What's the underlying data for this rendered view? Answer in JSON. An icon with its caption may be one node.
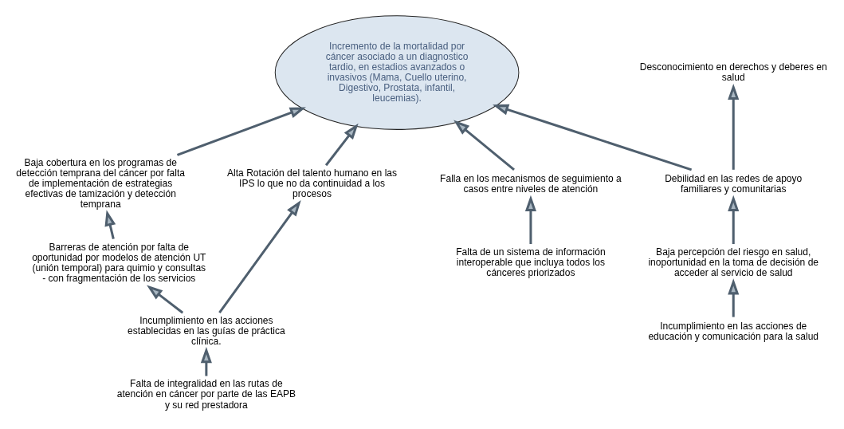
{
  "diagram": {
    "nodes": [
      {
        "text": [
          "Incremento de la mortalidad por cáncer asociado a un diagnostico tardio, en estadios avanzados o invasivos (Mama, Cuello uterino, Digestivo, Prostata, infantil, leucemias)."
        ]
      },
      {
        "text": [
          "Baja cobertura en los programas de detección temprana del cáncer por falta de implementación de estrategias efectivas de tamización y detección temprana"
        ]
      },
      {
        "text": [
          "Barreras de atención por falta de oportunidad por modelos de atención UT (unión temporal) para quimio y consultas - con fragmentación de los servicios"
        ]
      },
      {
        "text": [
          "Incumplimiento en las acciones establecidas en las guías de práctica clínica."
        ]
      },
      {
        "text": [
          "Falta de integralidad en las rutas de atención en cáncer por parte de las EAPB y su red prestadora"
        ]
      },
      {
        "text": [
          "Alta Rotación del talento humano en las IPS lo que no da continuidad a los procesos"
        ]
      },
      {
        "text": [
          "Falla en los mecanismos de seguimiento a casos entre niveles de atención"
        ]
      },
      {
        "text": [
          "Falta de un sistema de información interoperable que incluya todos los cánceres priorizados"
        ]
      },
      {
        "text": [
          "Desconocimiento en derechos y deberes en salud"
        ]
      },
      {
        "text": [
          "Debilidad en las redes de apoyo familiares y comunitarias"
        ]
      },
      {
        "text": [
          "Baja percepción del riesgo en salud, inoportunidad en la toma de decisión de acceder al servicio de salud"
        ]
      },
      {
        "text": [
          "Incumplimiento en las acciones de educación y comunicación para la salud"
        ]
      }
    ],
    "edges": [
      {
        "from": 1,
        "to": 0,
        "arrow": "to"
      },
      {
        "from": 2,
        "to": 1,
        "arrow": "to"
      },
      {
        "from": 3,
        "to": 2,
        "arrow": "to"
      },
      {
        "from": 4,
        "to": 3,
        "arrow": "to"
      },
      {
        "from": 3,
        "to": 5,
        "arrow": "to"
      },
      {
        "from": 5,
        "to": 0,
        "arrow": "to"
      },
      {
        "from": 6,
        "to": 0,
        "arrow": "to"
      },
      {
        "from": 7,
        "to": 6,
        "arrow": "to"
      },
      {
        "from": 9,
        "to": 0,
        "arrow": "to"
      },
      {
        "from": 9,
        "to": 8,
        "arrow": "to"
      },
      {
        "from": 10,
        "to": 9,
        "arrow": "to"
      },
      {
        "from": 11,
        "to": 10,
        "arrow": "to"
      }
    ]
  }
}
